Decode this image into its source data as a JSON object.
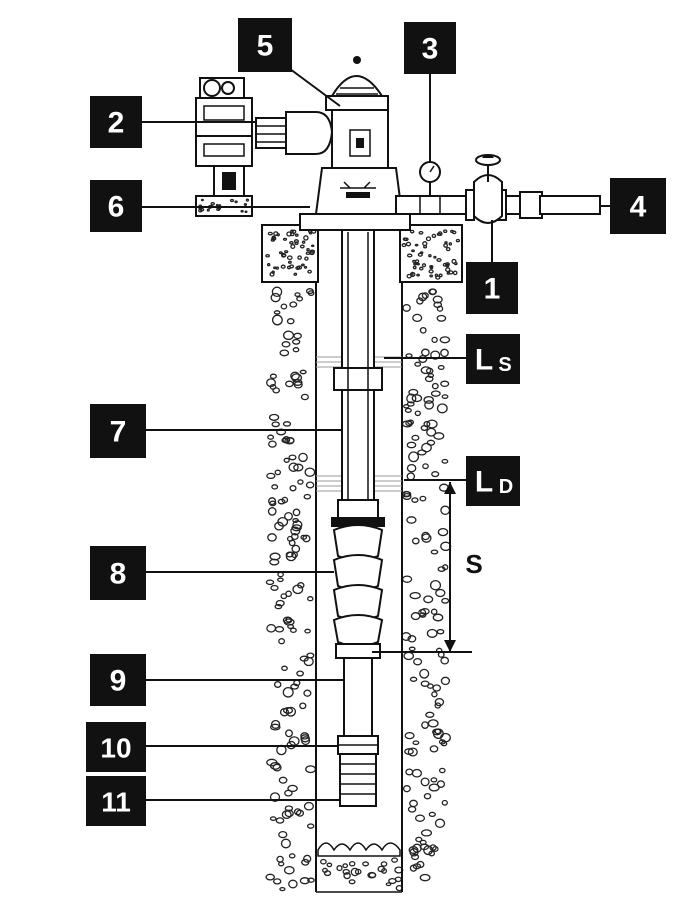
{
  "labels": {
    "l1": "1",
    "l2": "2",
    "l3": "3",
    "l4": "4",
    "l5": "5",
    "l6": "6",
    "l7": "7",
    "l8": "8",
    "l9": "9",
    "l10": "10",
    "l11": "11",
    "ls_main": "L",
    "ls_sub": "S",
    "ld_main": "L",
    "ld_sub": "D",
    "s": "S"
  },
  "colors": {
    "ink": "#111111",
    "background": "#ffffff"
  }
}
